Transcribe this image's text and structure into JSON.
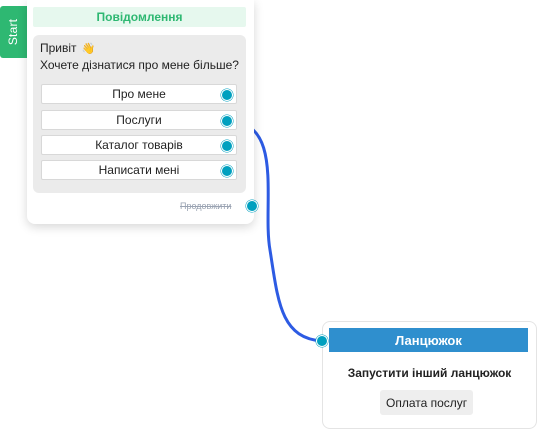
{
  "start_tab": {
    "label": "Start"
  },
  "message_node": {
    "header": "Повідомлення",
    "text_line1": "Привіт",
    "wave_emoji": "👋",
    "text_line2": "Хочете дізнатися про мене більше?",
    "buttons": [
      {
        "label": "Про мене"
      },
      {
        "label": "Послуги"
      },
      {
        "label": "Каталог товарів"
      },
      {
        "label": "Написати мені"
      }
    ],
    "continue_label": "Продовжити"
  },
  "chain_node": {
    "header": "Ланцюжок",
    "title": "Запустити інший ланцюжок",
    "target_chain": "Оплата послуг"
  },
  "colors": {
    "start_green": "#2eb872",
    "port_teal": "#00a0bf",
    "edge_blue": "#2d5be3",
    "chain_header_blue": "#2f8fce"
  }
}
